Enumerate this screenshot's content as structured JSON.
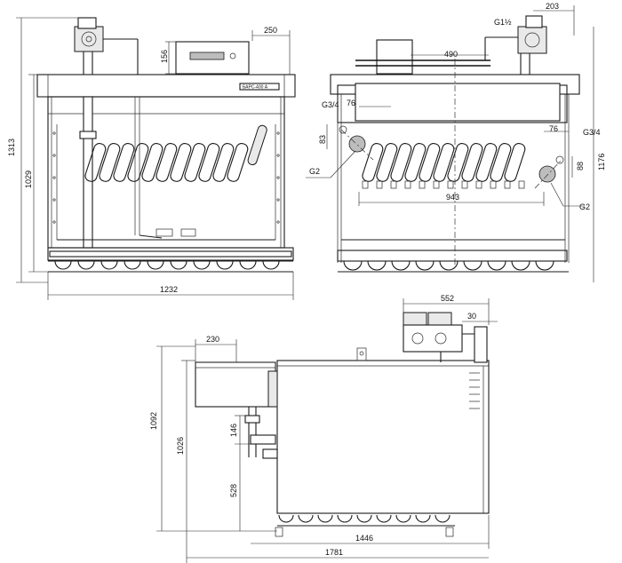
{
  "front_view": {
    "width": "1232",
    "height_total": "1313",
    "height_body": "1029",
    "controller_width": "250",
    "controller_height": "156",
    "nameplate": "БАРС-400 А"
  },
  "rear_view": {
    "top_width": "203",
    "gas_inlet": "G1½",
    "pipe_width": "490",
    "left_conn": "G3/4",
    "left_offset": "76",
    "right_conn": "G3/4",
    "right_offset": "76",
    "left_dim": "83",
    "right_dim_a": "88",
    "right_dim_b": "1176",
    "left_g": "G2",
    "right_g": "G2",
    "inner_width": "943"
  },
  "side_view": {
    "top_width": "552",
    "offset": "30",
    "box_width": "230",
    "height_total": "1092",
    "height_a": "1026",
    "height_b": "146",
    "height_c": "528",
    "width_a": "1446",
    "width_total": "1781"
  }
}
